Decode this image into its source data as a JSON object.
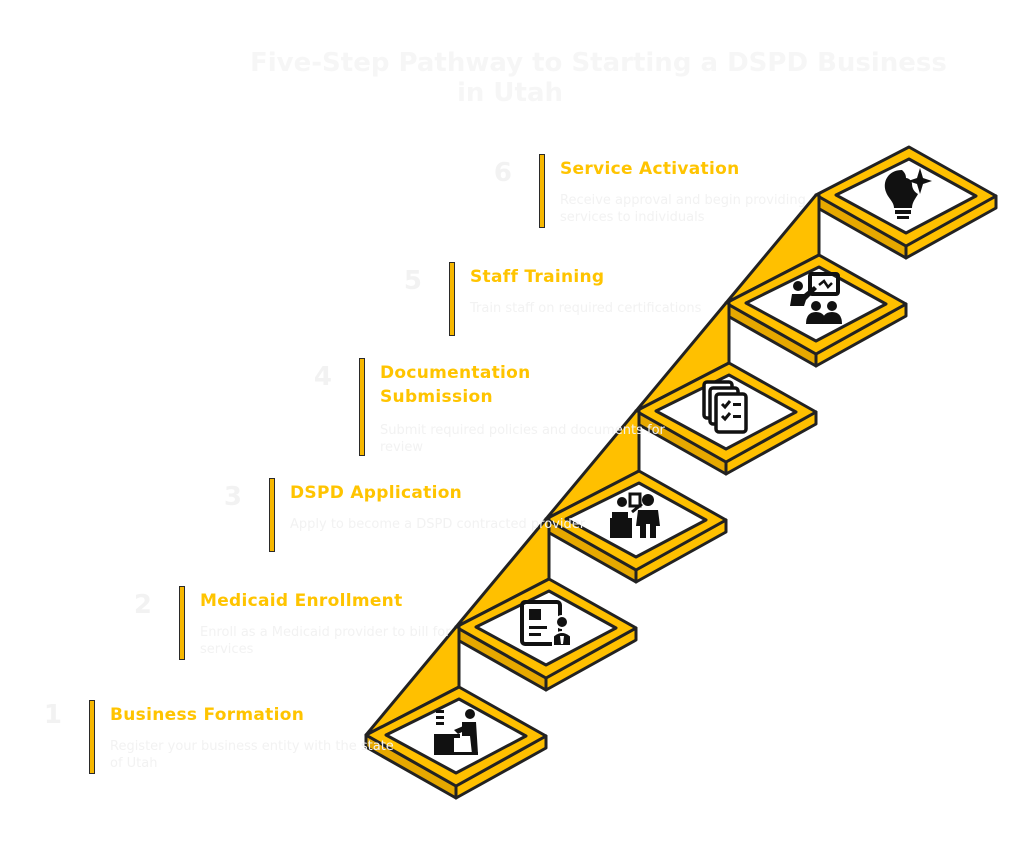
{
  "title": {
    "line1": "Five-Step Pathway to Starting a DSPD Business",
    "line2": "in Utah"
  },
  "steps": [
    {
      "number": "1",
      "title": "Business Formation",
      "description": "Register your business entity with the state of Utah",
      "icon": "desk-worker-icon"
    },
    {
      "number": "2",
      "title": "Medicaid Enrollment",
      "description": "Enroll as a Medicaid provider to bill for services",
      "icon": "id-profile-icon"
    },
    {
      "number": "3",
      "title": "DSPD Application",
      "description": "Apply to become a DSPD contracted provider",
      "icon": "meeting-icon"
    },
    {
      "number": "4",
      "title": "Documentation Submission",
      "title_lines": [
        "Documentation",
        "Submission"
      ],
      "description": "Submit required policies and documents for review",
      "icon": "checklist-icon"
    },
    {
      "number": "5",
      "title": "Staff Training",
      "description": "Train staff on required certifications",
      "icon": "presentation-icon"
    },
    {
      "number": "6",
      "title": "Service Activation",
      "description": "Receive approval and begin providing services to individuals",
      "icon": "lightbulb-icon"
    }
  ],
  "colors": {
    "accent": "#ffc000",
    "accent_dark": "#e6a800",
    "outline": "#222222",
    "label": "#ffc400"
  }
}
